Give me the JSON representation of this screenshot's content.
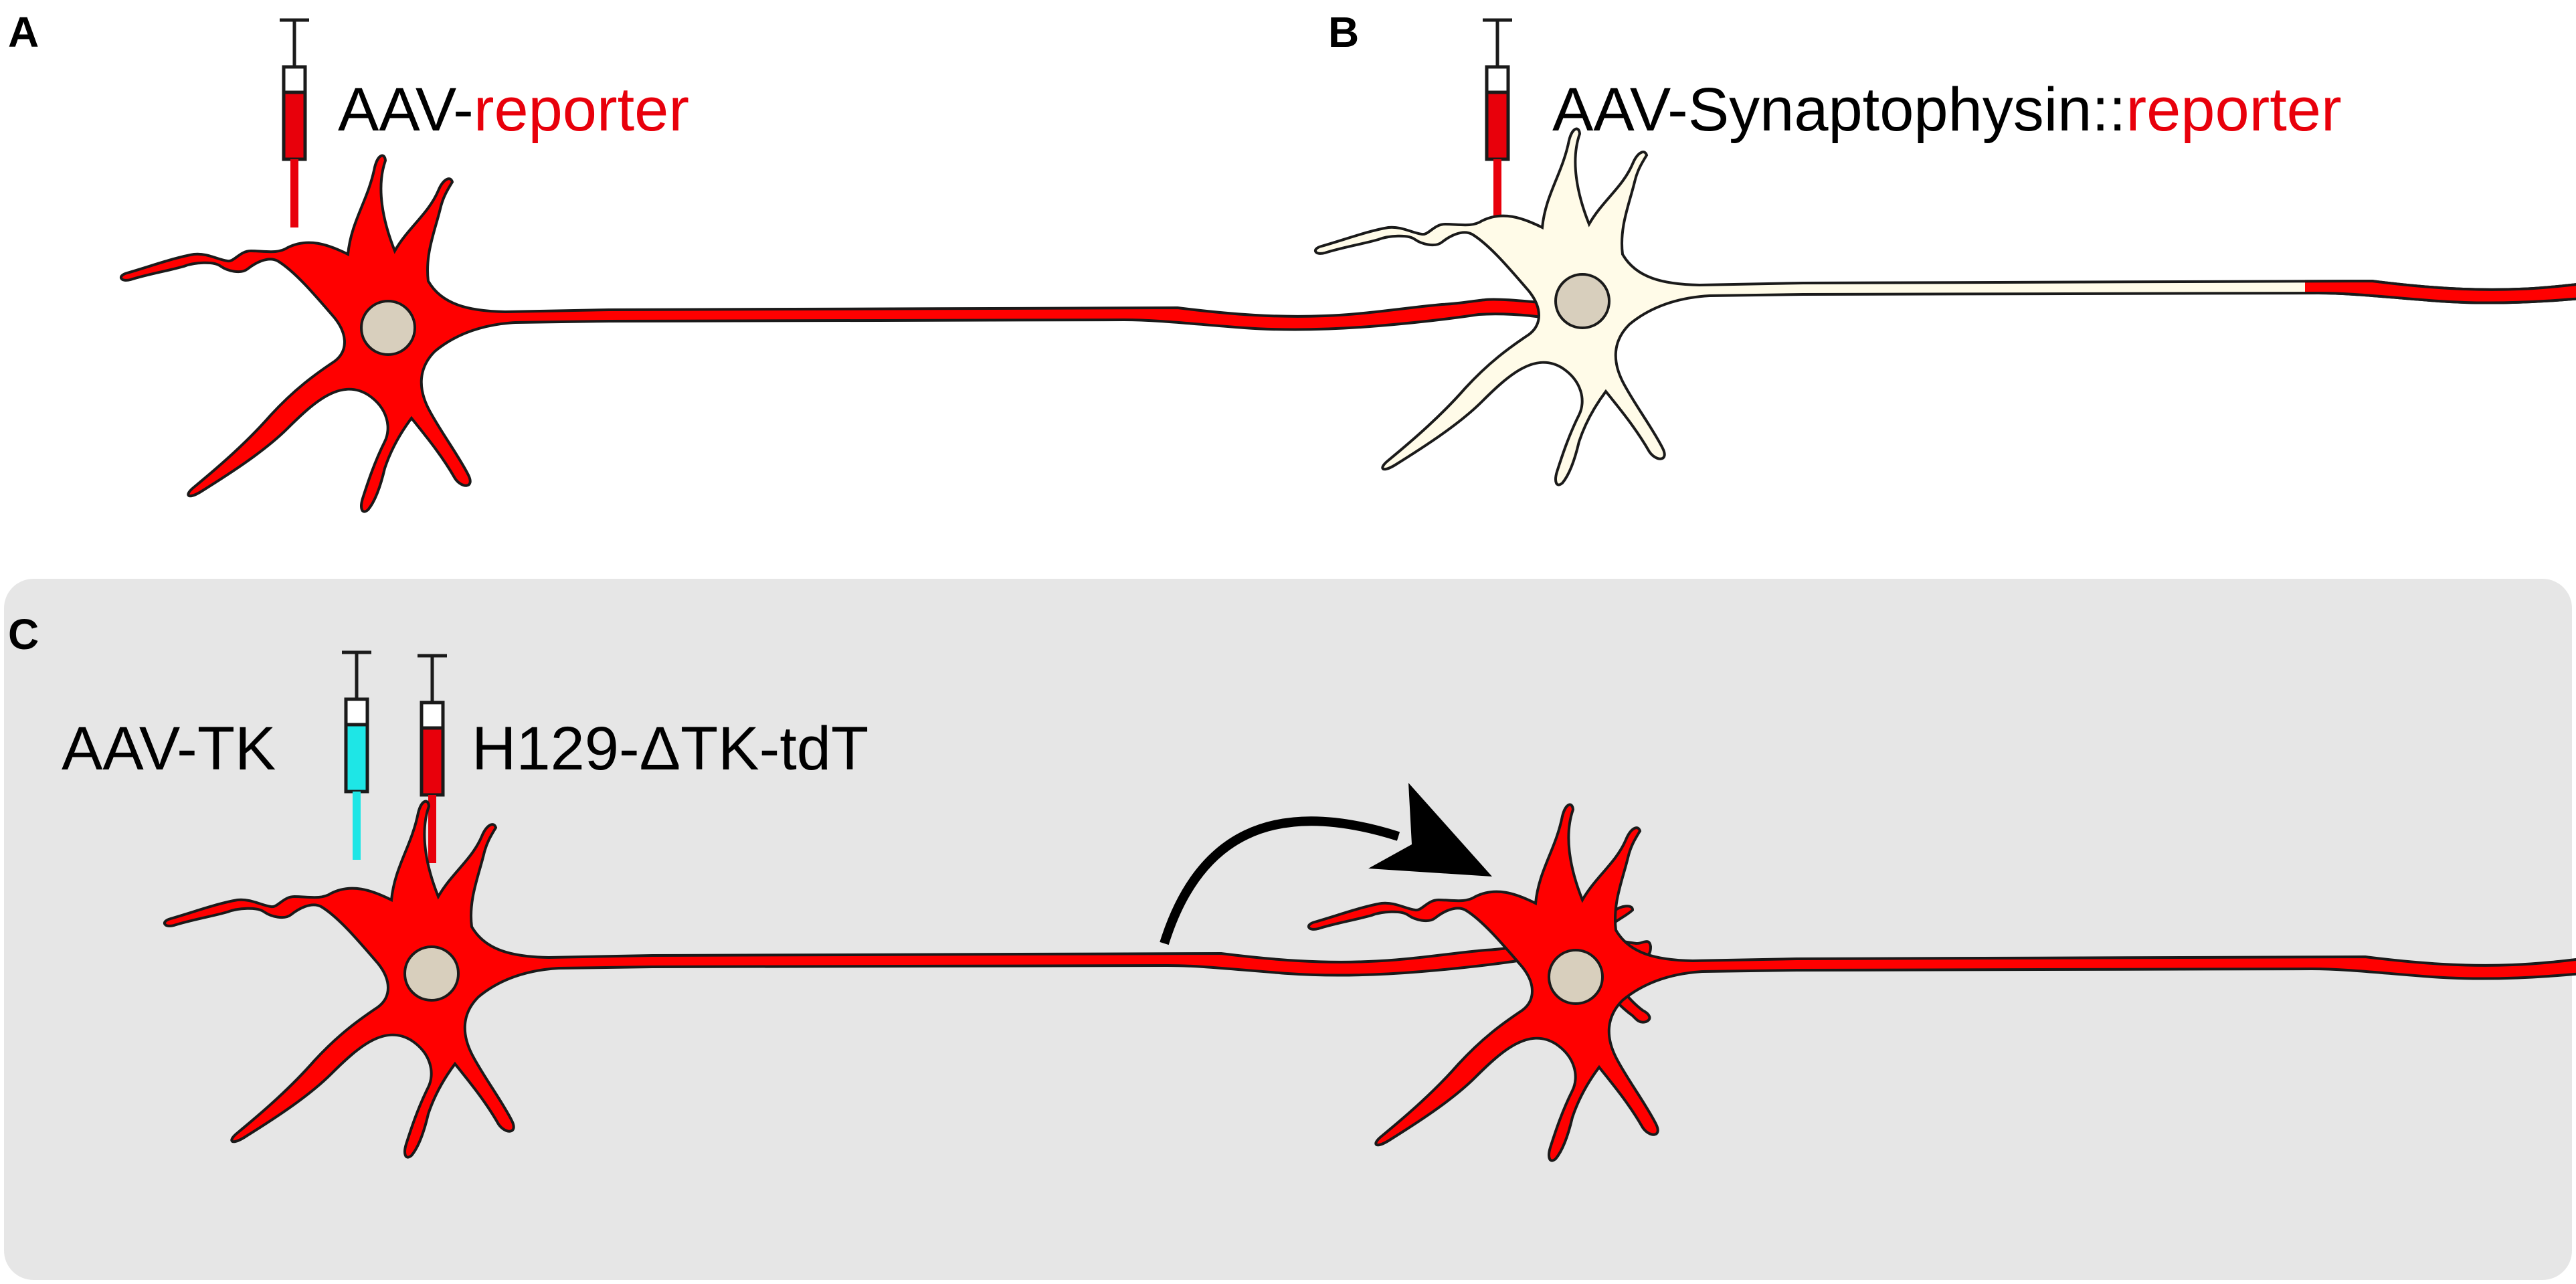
{
  "colors": {
    "neuron_red": "#ff0000",
    "neuron_pale": "#fffbe8",
    "nucleus": "#d8cfbd",
    "outline": "#1a1a1a",
    "panel_c_background": "#e6e6e6",
    "syringe_red": "#e8000b",
    "syringe_cyan": "#1ee6e6",
    "arrow": "#000000"
  },
  "panels": {
    "a": {
      "letter": "A",
      "label_prefix": "AAV-",
      "label_highlight": "reporter",
      "syringe_fill": "red",
      "neuron": "red"
    },
    "b": {
      "letter": "B",
      "label_prefix": "AAV-Synaptophysin::",
      "label_highlight": "reporter",
      "syringe_fill": "red",
      "neuron": "pale-with-red-terminals"
    },
    "c": {
      "letter": "C",
      "label_left": "AAV-TK",
      "label_right": "H129-ΔTK-tdT",
      "syringe_left_fill": "cyan",
      "syringe_right_fill": "red",
      "neurons": [
        "red",
        "red"
      ],
      "arrow": "curved-arrow-to-postsynaptic-neuron"
    }
  }
}
